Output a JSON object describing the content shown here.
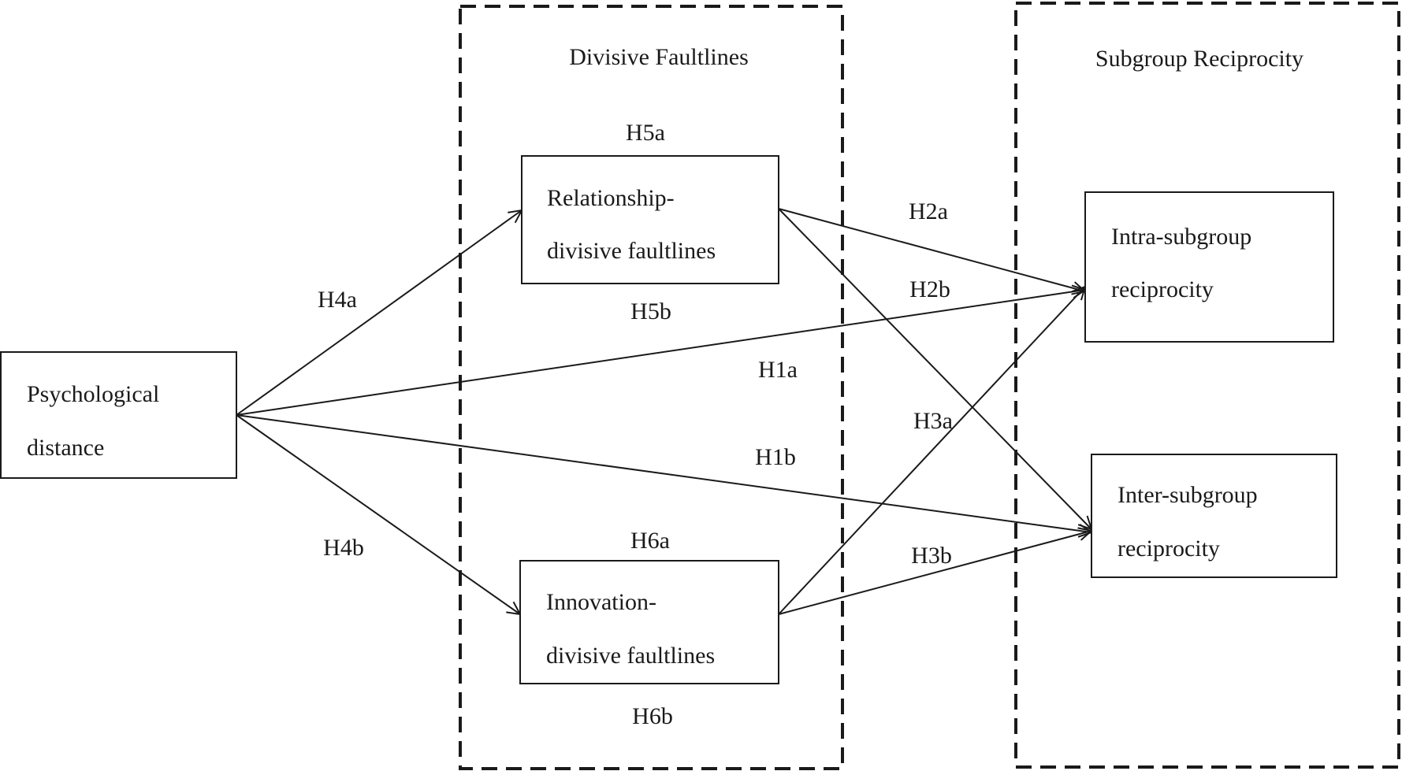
{
  "groups": {
    "faultlines": {
      "title": "Divisive Faultlines"
    },
    "reciprocity": {
      "title": "Subgroup Reciprocity"
    }
  },
  "nodes": {
    "psychological_distance": {
      "line1": "Psychological",
      "line2": "distance"
    },
    "relationship_faultlines": {
      "line1": "Relationship-",
      "line2": "divisive faultlines"
    },
    "innovation_faultlines": {
      "line1": "Innovation-",
      "line2": "divisive faultlines"
    },
    "intra_reciprocity": {
      "line1": "Intra-subgroup",
      "line2": "reciprocity"
    },
    "inter_reciprocity": {
      "line1": "Inter-subgroup",
      "line2": "reciprocity"
    }
  },
  "hypotheses": {
    "h1a": "H1a",
    "h1b": "H1b",
    "h2a": "H2a",
    "h2b": "H2b",
    "h3a": "H3a",
    "h3b": "H3b",
    "h4a": "H4a",
    "h4b": "H4b",
    "h5a": "H5a",
    "h5b": "H5b",
    "h6a": "H6a",
    "h6b": "H6b"
  },
  "colors": {
    "stroke": "#1a1a1a",
    "background": "#ffffff"
  }
}
